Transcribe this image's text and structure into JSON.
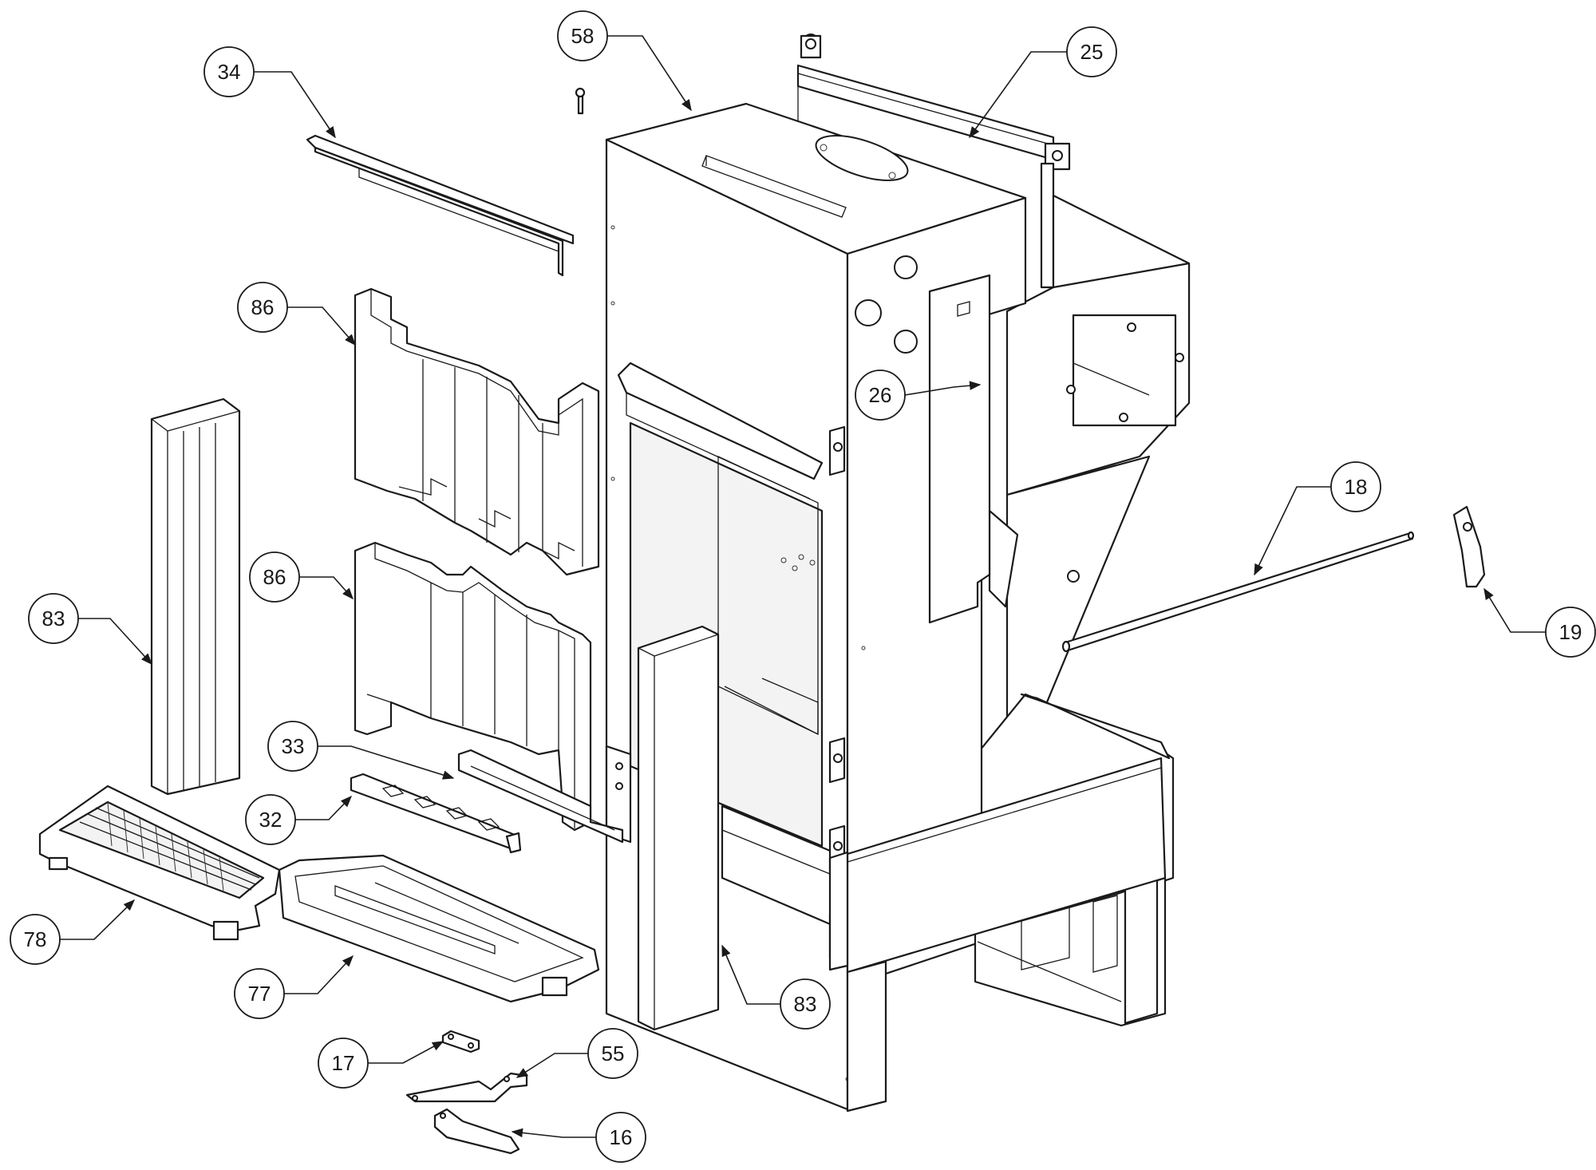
{
  "diagram": {
    "type": "exploded-parts-view",
    "callouts": [
      {
        "id": "c58",
        "label": "58"
      },
      {
        "id": "c34",
        "label": "34"
      },
      {
        "id": "c25",
        "label": "25"
      },
      {
        "id": "c86a",
        "label": "86"
      },
      {
        "id": "c26",
        "label": "26"
      },
      {
        "id": "c83a",
        "label": "83"
      },
      {
        "id": "c86b",
        "label": "86"
      },
      {
        "id": "c18",
        "label": "18"
      },
      {
        "id": "c19",
        "label": "19"
      },
      {
        "id": "c33",
        "label": "33"
      },
      {
        "id": "c32",
        "label": "32"
      },
      {
        "id": "c78",
        "label": "78"
      },
      {
        "id": "c77",
        "label": "77"
      },
      {
        "id": "c83b",
        "label": "83"
      },
      {
        "id": "c17",
        "label": "17"
      },
      {
        "id": "c55",
        "label": "55"
      },
      {
        "id": "c16",
        "label": "16"
      }
    ]
  }
}
